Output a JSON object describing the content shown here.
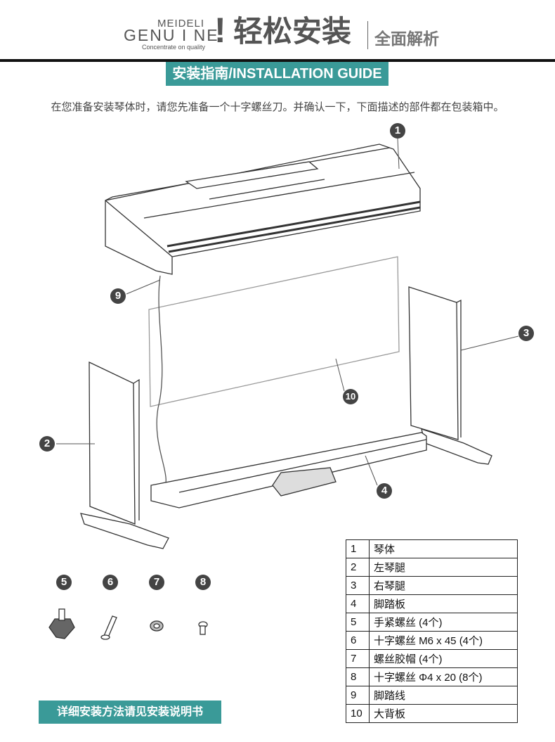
{
  "header": {
    "brand_top": "MEIDELI",
    "brand_main": "GENU I NE",
    "brand_tagline": "Concentrate on quality",
    "exclamation": "!",
    "title": "轻松安装",
    "subtitle": "全面解析"
  },
  "banner": "安装指南/INSTALLATION GUIDE",
  "intro": "在您准备安装琴体时，请您先准备一个十字螺丝刀。并确认一下，下面描述的部件都在包装箱中。",
  "markers": [
    "1",
    "2",
    "3",
    "4",
    "5",
    "6",
    "7",
    "8",
    "9",
    "10"
  ],
  "parts": [
    {
      "num": "1",
      "name": "琴体"
    },
    {
      "num": "2",
      "name": "左琴腿"
    },
    {
      "num": "3",
      "name": "右琴腿"
    },
    {
      "num": "4",
      "name": "脚踏板"
    },
    {
      "num": "5",
      "name": "手紧螺丝 (4个)"
    },
    {
      "num": "6",
      "name": "十字螺丝 M6 x 45 (4个)"
    },
    {
      "num": "7",
      "name": "螺丝胶帽 (4个)"
    },
    {
      "num": "8",
      "name": "十字螺丝 Φ4 x 20 (8个)"
    },
    {
      "num": "9",
      "name": "脚踏线"
    },
    {
      "num": "10",
      "name": "大背板"
    }
  ],
  "bottom_button": "详细安装方法请见安装说明书",
  "colors": {
    "accent": "#3a9a98",
    "marker": "#444444",
    "rule": "#111111"
  }
}
